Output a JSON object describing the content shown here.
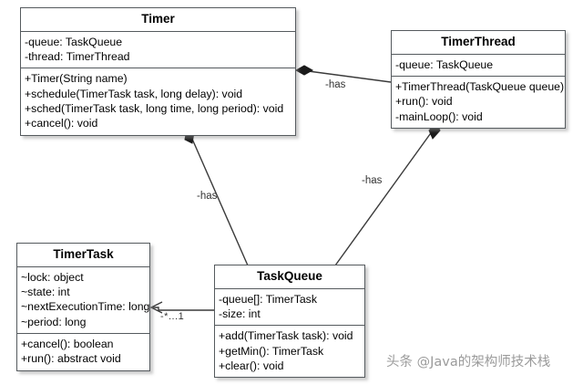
{
  "diagram": {
    "type": "uml-class-diagram",
    "title": "Timer / TimerThread / TaskQueue / TimerTask class diagram",
    "background_color": "#ffffff",
    "border_color": "#555a5e",
    "text_color": "#000000"
  },
  "classes": [
    {
      "id": "timer",
      "name": "Timer",
      "attributes": [
        "-queue: TaskQueue",
        "-thread: TimerThread"
      ],
      "methods": [
        "+Timer(String name)",
        "+schedule(TimerTask task, long delay): void",
        "+sched(TimerTask task, long time, long period): void",
        "+cancel(): void"
      ]
    },
    {
      "id": "timerthread",
      "name": "TimerThread",
      "attributes": [
        "-queue: TaskQueue"
      ],
      "methods": [
        "+TimerThread(TaskQueue queue)",
        "+run(): void",
        "-mainLoop(): void"
      ]
    },
    {
      "id": "timertask",
      "name": "TimerTask",
      "attributes": [
        "~lock: object",
        "~state: int",
        "~nextExecutionTime: long",
        "~period: long"
      ],
      "methods": [
        "+cancel(): boolean",
        "+run(): abstract void"
      ]
    },
    {
      "id": "taskqueue",
      "name": "TaskQueue",
      "attributes": [
        "-queue[]: TimerTask",
        "-size: int"
      ],
      "methods": [
        "+add(TimerTask task): void",
        "+getMin(): TimerTask",
        "+clear(): void"
      ]
    }
  ],
  "relationships": [
    {
      "id": "timer-timerthread",
      "from": "timer",
      "to": "timerthread",
      "kind": "composition",
      "label": "-has"
    },
    {
      "id": "timer-taskqueue",
      "from": "timer",
      "to": "taskqueue",
      "kind": "composition",
      "label": "-has"
    },
    {
      "id": "timerthread-taskqueue",
      "from": "timerthread",
      "to": "taskqueue",
      "kind": "composition",
      "label": "-has"
    },
    {
      "id": "taskqueue-timertask",
      "from": "taskqueue",
      "to": "timertask",
      "kind": "association",
      "label": "-*...1"
    }
  ],
  "watermark": {
    "text": "头条 @Java的架构师技术栈"
  }
}
